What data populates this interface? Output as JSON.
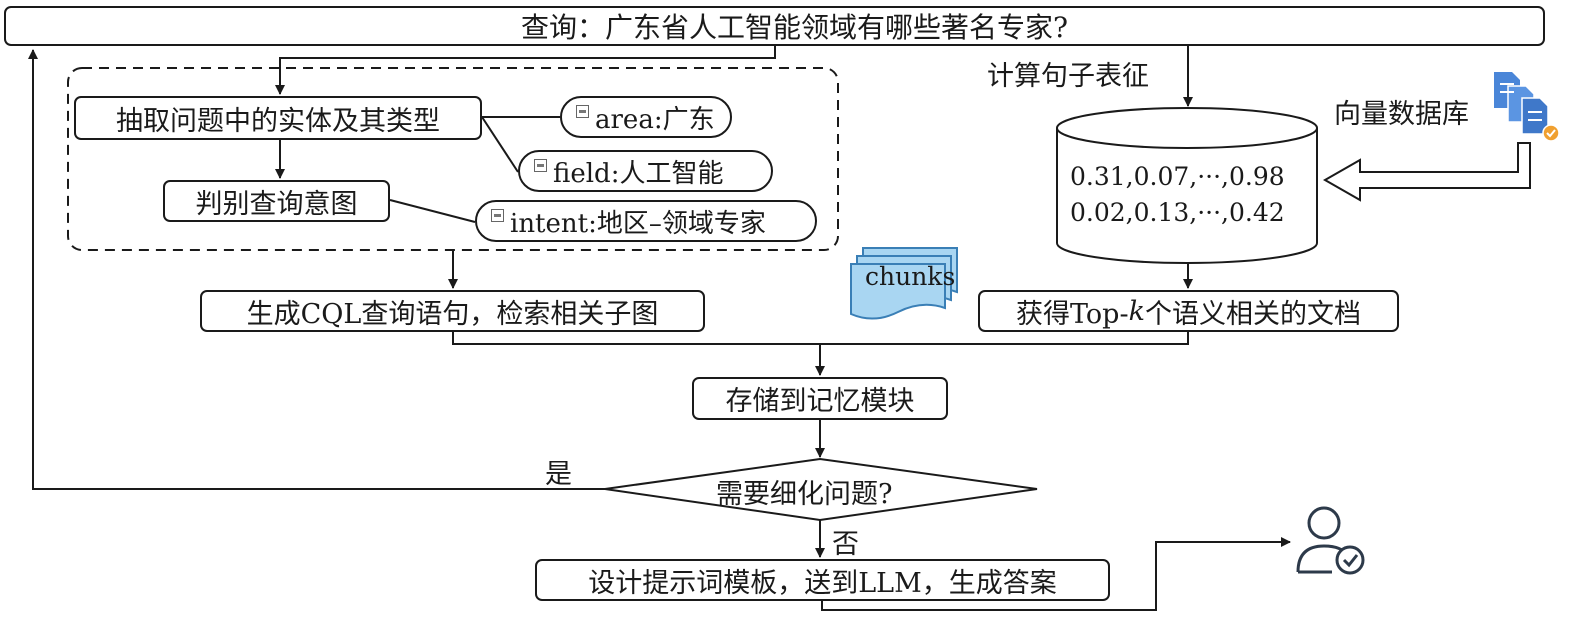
{
  "query": {
    "text": "查询：广东省人工智能领域有哪些著名专家?"
  },
  "steps": {
    "extract_entities": "抽取问题中的实体及其类型",
    "classify_intent": "判别查询意图",
    "generate_cql": "生成CQL查询语句，检索相关子图",
    "top_k_prefix": "获得Top-",
    "top_k_k": "k",
    "top_k_suffix": "个语义相关的文档",
    "store_memory": "存储到记忆模块",
    "refine_decision": "需要细化问题?",
    "design_prompt": "设计提示词模板，送到LLM，生成答案"
  },
  "tags": {
    "area": "area:广东",
    "field": "field:人工智能",
    "intent": "intent:地区–领域专家"
  },
  "labels": {
    "compute_embedding": "计算句子表征",
    "vector_db": "向量数据库",
    "yes": "是",
    "no": "否",
    "chunks": "chunks"
  },
  "database": {
    "row1": "0.31,0.07,···,0.98",
    "row2": "0.02,0.13,···,0.42"
  },
  "colors": {
    "stroke": "#1a1a1a",
    "chunks_fill": "#a9d6f2",
    "chunks_stroke": "#3a7fb6",
    "user_icon_blue": "#2f9ad8",
    "doc_blue": "#4a86d8",
    "check_orange": "#f0a030",
    "answer_icon": "#2d3a4a"
  }
}
